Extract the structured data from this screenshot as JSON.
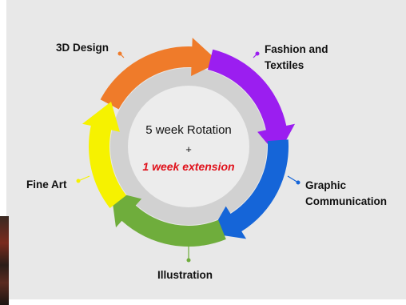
{
  "center": {
    "title": "5 week Rotation",
    "plus": "+",
    "extension": "1 week extension"
  },
  "segments": [
    {
      "name": "3D Design",
      "label_lines": [
        "3D Design"
      ],
      "color": "#ef7b2a"
    },
    {
      "name": "Fashion and Textiles",
      "label_lines": [
        "Fashion and",
        "Textiles"
      ],
      "color": "#9b1ef0"
    },
    {
      "name": "Graphic Communication",
      "label_lines": [
        "Graphic",
        "Communication"
      ],
      "color": "#1565d8"
    },
    {
      "name": "Illustration",
      "label_lines": [
        "Illustration"
      ],
      "color": "#6fad3c"
    },
    {
      "name": "Fine Art",
      "label_lines": [
        "Fine Art"
      ],
      "color": "#f6f200"
    }
  ],
  "colors": {
    "background": "#e8e8e8",
    "ring_inner": "#d1d1d1",
    "center_disc": "#ececec",
    "extension_text": "#e0101a"
  }
}
